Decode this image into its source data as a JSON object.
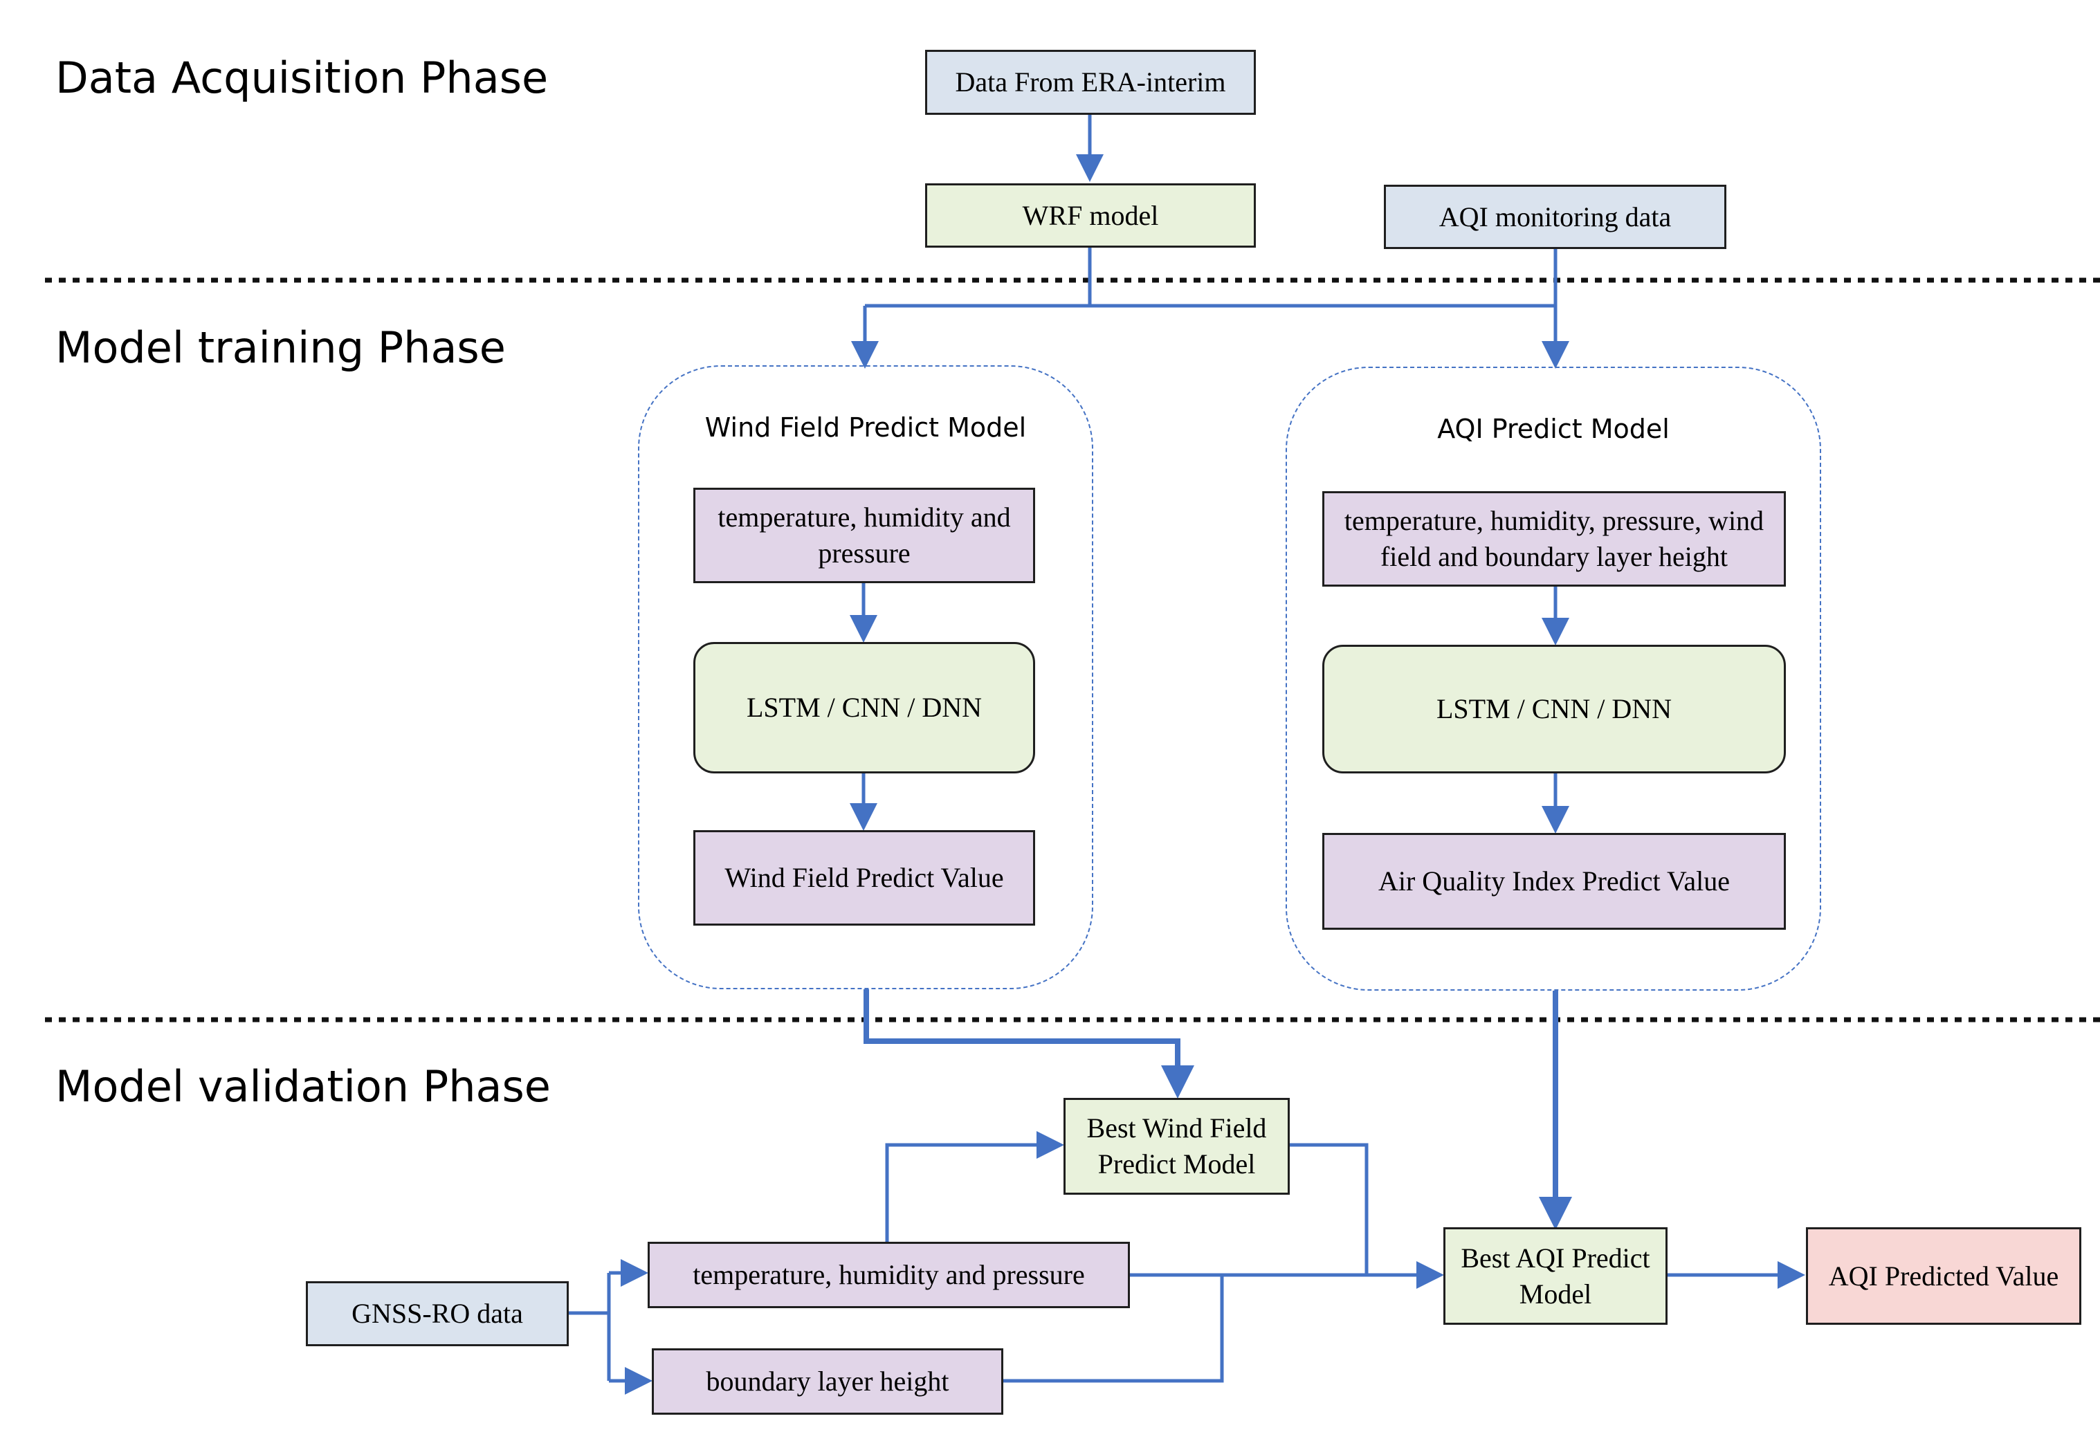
{
  "phases": {
    "acquisition": "Data Acquisition Phase",
    "training": "Model training Phase",
    "validation": "Model validation Phase"
  },
  "acquisition": {
    "era_interim": "Data From ERA-interim",
    "wrf_model": "WRF model",
    "aqi_monitoring": "AQI monitoring data"
  },
  "wind_model": {
    "title": "Wind Field Predict Model",
    "inputs": "temperature, humidity and pressure",
    "network": "LSTM / CNN / DNN",
    "output": "Wind Field Predict Value"
  },
  "aqi_model": {
    "title": "AQI Predict Model",
    "inputs": "temperature, humidity, pressure, wind field and boundary layer height",
    "network": "LSTM / CNN / DNN",
    "output": "Air Quality Index Predict Value"
  },
  "validation": {
    "best_wind": "Best Wind Field Predict Model",
    "best_aqi": "Best AQI Predict Model",
    "aqi_predicted": "AQI Predicted Value",
    "gnss": "GNSS-RO data",
    "thp": "temperature, humidity and pressure",
    "blh": "boundary layer height"
  },
  "colors": {
    "arrow": "#4472c4",
    "source_fill": "#dae3ee",
    "model_fill": "#e9f2dc",
    "variable_fill": "#e1d5e8",
    "result_fill": "#f8d7d5"
  }
}
